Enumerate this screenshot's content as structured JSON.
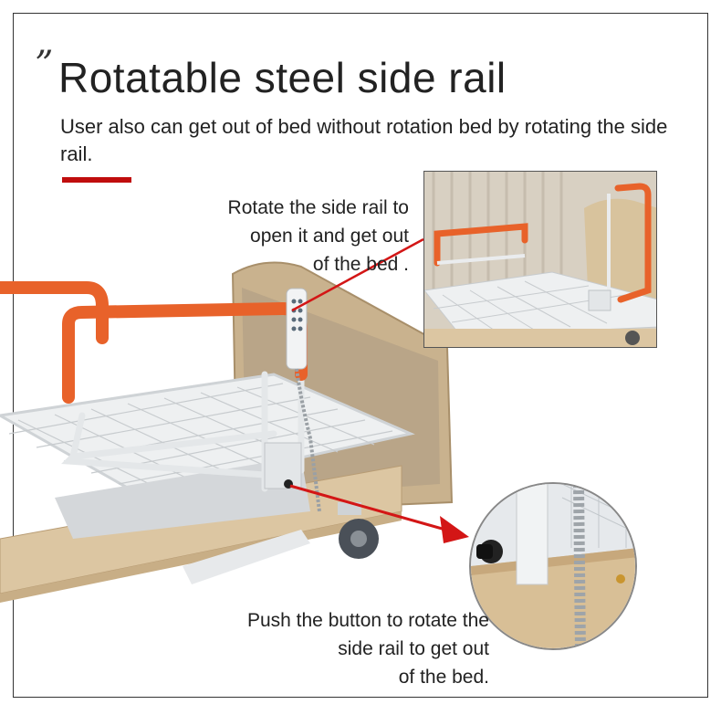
{
  "header": {
    "quote_mark": "”",
    "title": "Rotatable steel side rail",
    "subtitle": "User also can get out of bed without rotation bed by rotating the side rail."
  },
  "captions": {
    "rotate": [
      "Rotate the side rail to",
      "open it and get out",
      "of the bed ."
    ],
    "push": [
      "Push the button to rotate the",
      "side rail to get out",
      "of the bed."
    ]
  },
  "colors": {
    "accent_red": "#c00d0d",
    "rail_orange": "#e8622a",
    "wood": "#d9c3a0",
    "frame_white": "#e9ecee"
  },
  "icons": {
    "arrow_to_inset": "red-arrow-icon",
    "arrow_to_zoom": "red-arrow-icon"
  }
}
